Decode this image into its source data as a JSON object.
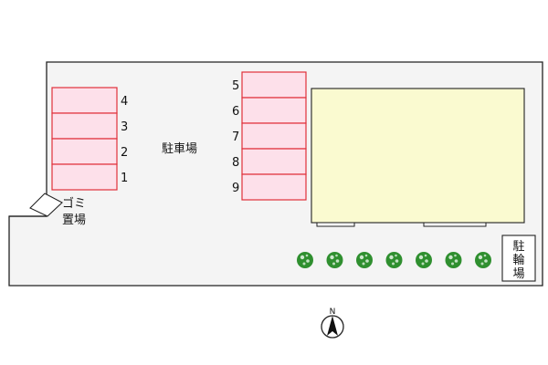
{
  "colors": {
    "lot": "#f4f4f4",
    "lot_border": "#222222",
    "space_fill": "#fde0ea",
    "space_border": "#e0303a",
    "building": "#fafad0",
    "tree": "#2f8f2f",
    "tree_highlight": "#eaf7ea"
  },
  "map": {
    "parking_label": "駐車場",
    "garbage_label_line1": "ゴミ",
    "garbage_label_line2": "置場",
    "bike_label_chars": [
      "駐",
      "輪",
      "場"
    ],
    "compass_label": "N",
    "left_spaces": [
      "4",
      "3",
      "2",
      "1"
    ],
    "right_spaces": [
      "5",
      "6",
      "7",
      "8",
      "9"
    ],
    "tree_count": 7,
    "building": {
      "icon": "building-block"
    }
  }
}
